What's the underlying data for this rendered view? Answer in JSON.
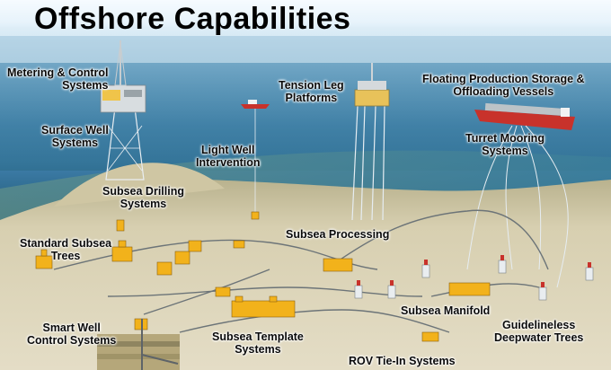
{
  "title": "Offshore Capabilities",
  "labels": {
    "metering": [
      "Metering & Control",
      "Systems"
    ],
    "surface_well": [
      "Surface Well",
      "Systems"
    ],
    "subsea_drilling": [
      "Subsea Drilling",
      "Systems"
    ],
    "light_well": [
      "Light Well",
      "Intervention"
    ],
    "tension_leg": [
      "Tension Leg",
      "Platforms"
    ],
    "fpso": [
      "Floating Production Storage &",
      "Offloading Vessels"
    ],
    "turret_mooring": [
      "Turret Mooring",
      "Systems"
    ],
    "standard_trees": [
      "Standard Subsea",
      "Trees"
    ],
    "subsea_processing": [
      "Subsea Processing"
    ],
    "smart_well": [
      "Smart Well",
      "Control Systems"
    ],
    "template": [
      "Subsea Template",
      "Systems"
    ],
    "manifold": [
      "Subsea Manifold"
    ],
    "guidelineless": [
      "Guidelineless",
      "Deepwater Trees"
    ],
    "rov": [
      "ROV Tie-In Systems"
    ]
  },
  "colors": {
    "sky": "#e7f3fb",
    "sea": "#3f7fac",
    "seabed": "#d9d1b4",
    "equipment": "#f2b21b",
    "vessel": "#c8322b"
  }
}
